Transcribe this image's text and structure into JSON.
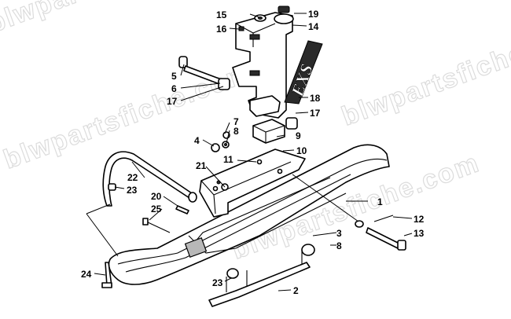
{
  "watermark": "blwpartsfiche.com",
  "decal_text": "EXS",
  "callouts": [
    {
      "id": "c1",
      "text": "1"
    },
    {
      "id": "c2",
      "text": "2"
    },
    {
      "id": "c3",
      "text": "3"
    },
    {
      "id": "c4",
      "text": "4"
    },
    {
      "id": "c5",
      "text": "5"
    },
    {
      "id": "c6",
      "text": "6"
    },
    {
      "id": "c7",
      "text": "7"
    },
    {
      "id": "c8a",
      "text": "8"
    },
    {
      "id": "c8b",
      "text": "8"
    },
    {
      "id": "c9",
      "text": "9"
    },
    {
      "id": "c10",
      "text": "10"
    },
    {
      "id": "c11",
      "text": "11"
    },
    {
      "id": "c12",
      "text": "12"
    },
    {
      "id": "c13",
      "text": "13"
    },
    {
      "id": "c14",
      "text": "14"
    },
    {
      "id": "c15",
      "text": "15"
    },
    {
      "id": "c16",
      "text": "16"
    },
    {
      "id": "c17a",
      "text": "17"
    },
    {
      "id": "c17b",
      "text": "17"
    },
    {
      "id": "c18",
      "text": "18"
    },
    {
      "id": "c19",
      "text": "19"
    },
    {
      "id": "c20",
      "text": "20"
    },
    {
      "id": "c21",
      "text": "21"
    },
    {
      "id": "c22",
      "text": "22"
    },
    {
      "id": "c23a",
      "text": "23"
    },
    {
      "id": "c23b",
      "text": "23"
    },
    {
      "id": "c24",
      "text": "24"
    },
    {
      "id": "c25",
      "text": "25"
    }
  ]
}
